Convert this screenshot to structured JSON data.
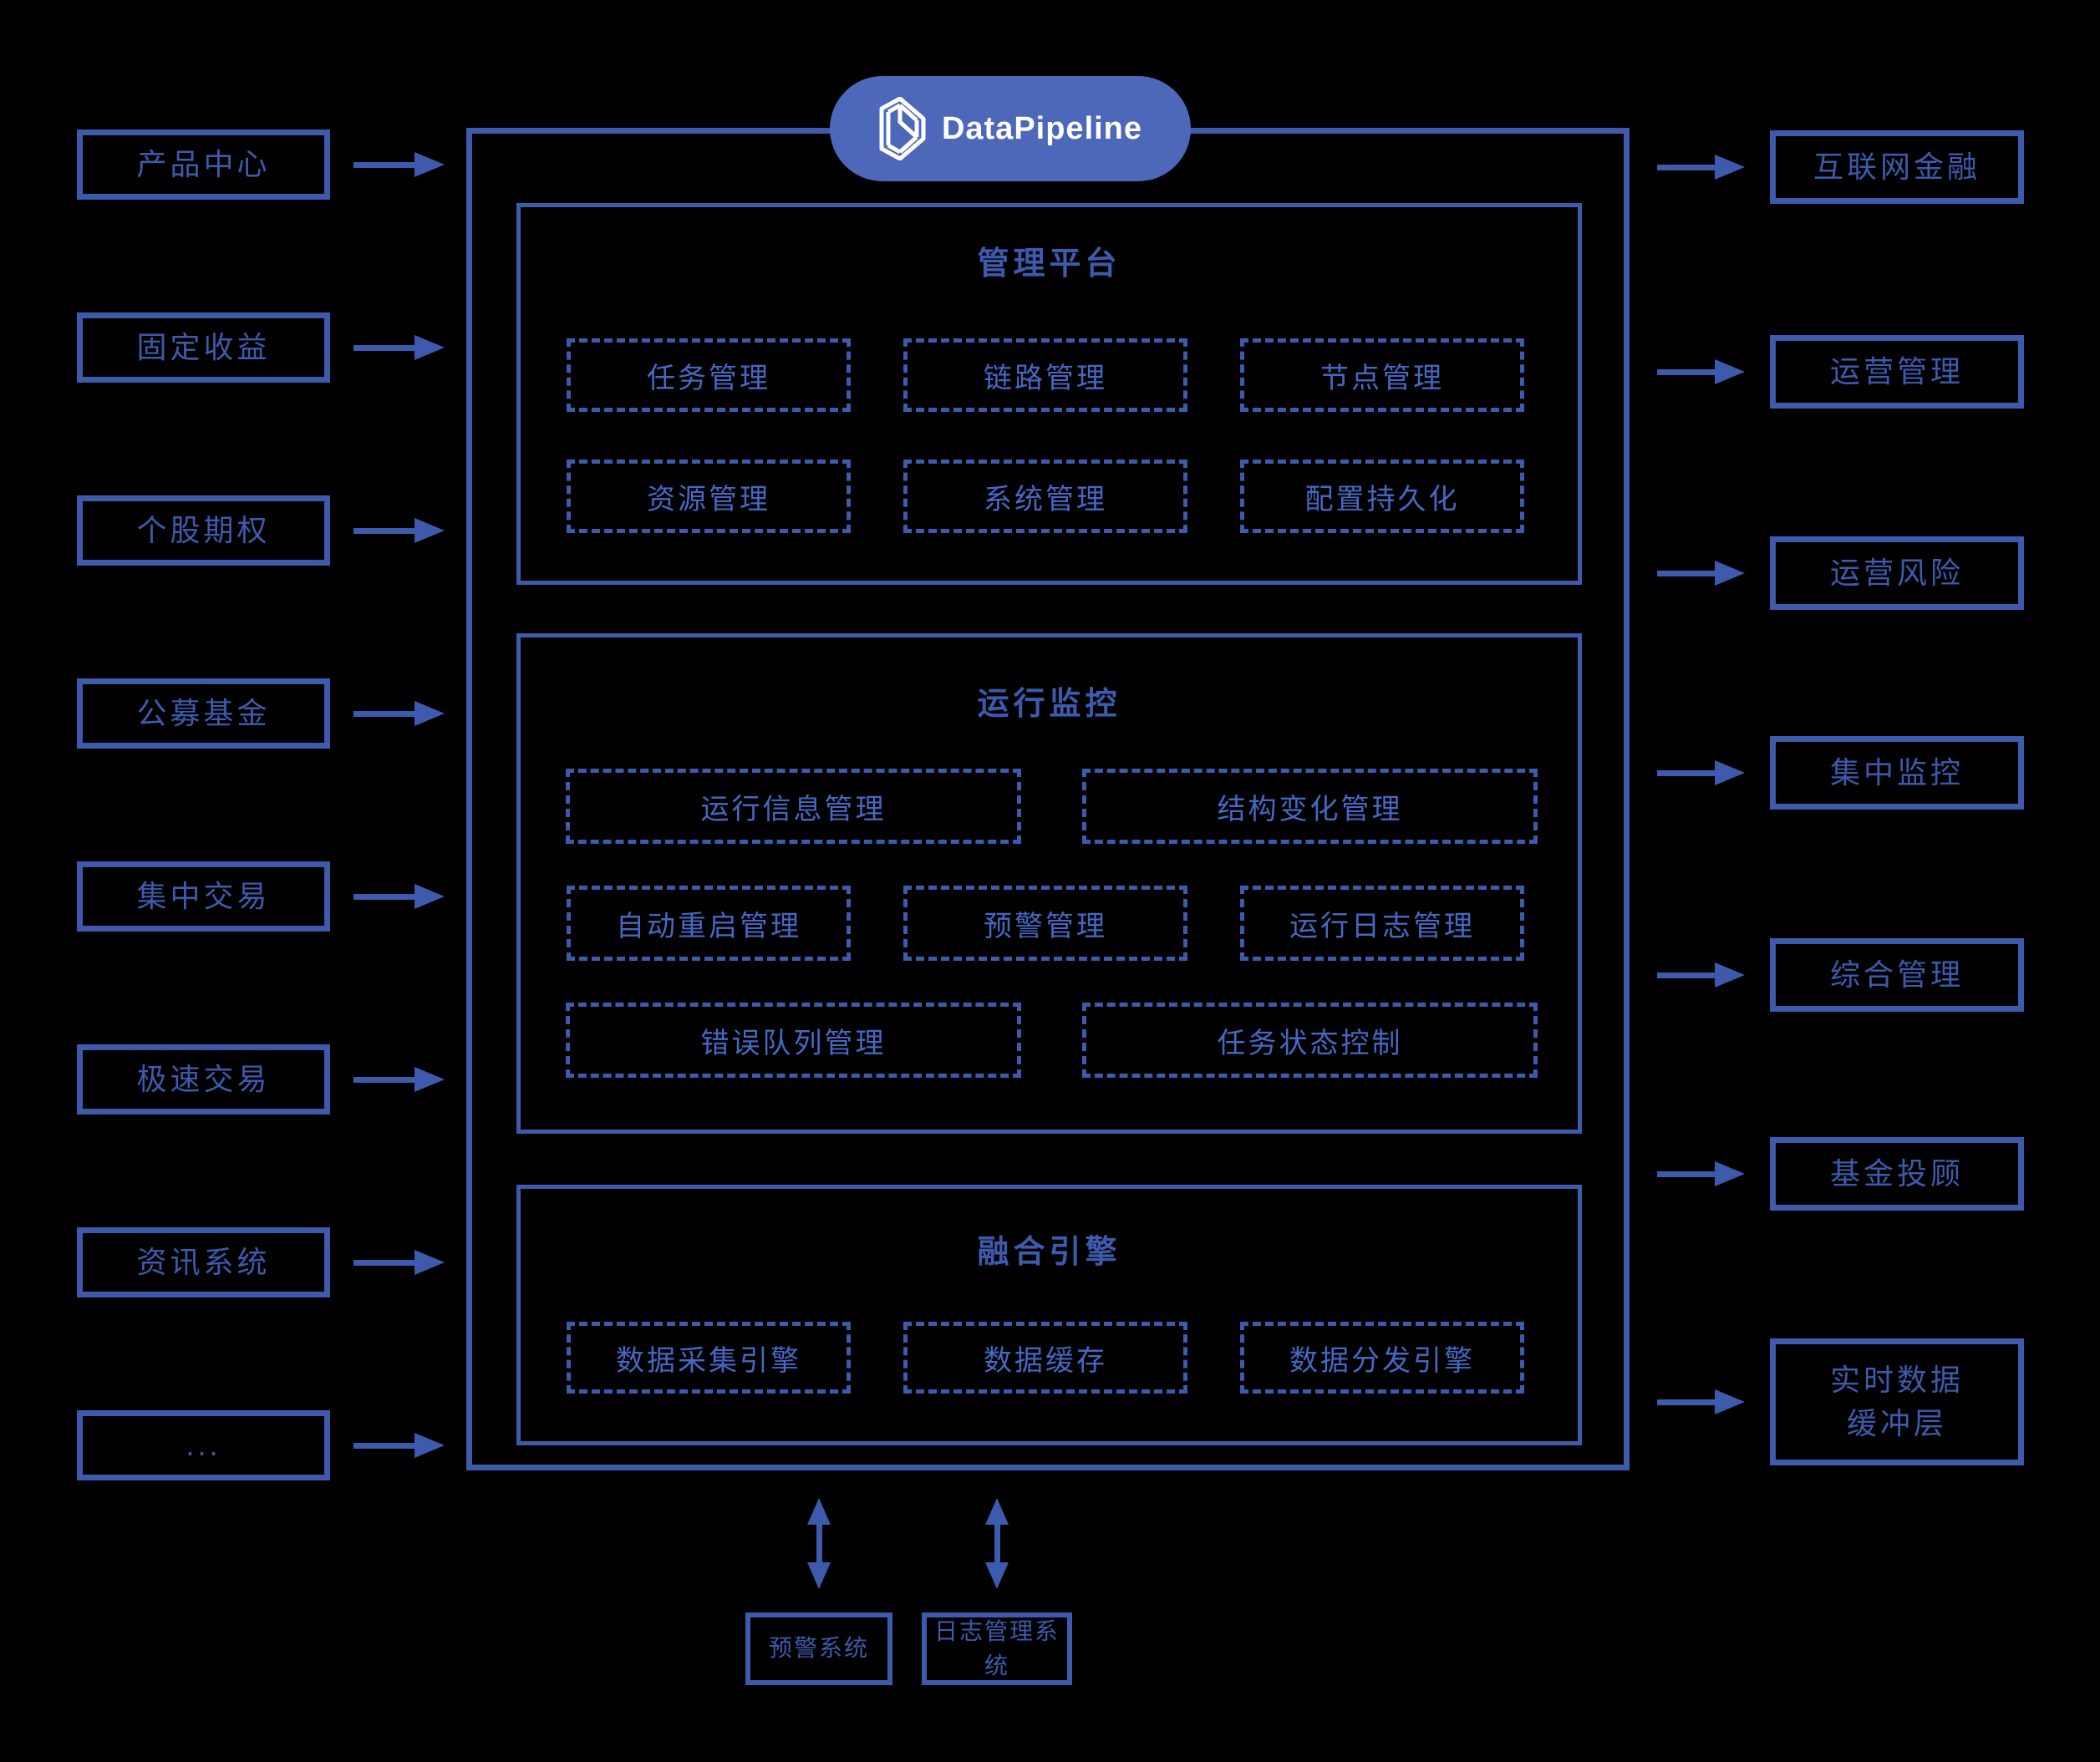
{
  "logo": {
    "text": "DataPipeline"
  },
  "left_sources": {
    "items": [
      "产品中心",
      "固定收益",
      "个股期权",
      "公募基金",
      "集中交易",
      "极速交易",
      "资讯系统",
      "..."
    ]
  },
  "right_targets": {
    "items": [
      "互联网金融",
      "运营管理",
      "运营风险",
      "集中监控",
      "综合管理",
      "基金投顾",
      "实时数据\n缓冲层"
    ]
  },
  "platform": {
    "management": {
      "title": "管理平台",
      "items": [
        "任务管理",
        "链路管理",
        "节点管理",
        "资源管理",
        "系统管理",
        "配置持久化"
      ]
    },
    "monitoring": {
      "title": "运行监控",
      "row1": [
        "运行信息管理",
        "结构变化管理"
      ],
      "row2": [
        "自动重启管理",
        "预警管理",
        "运行日志管理"
      ],
      "row3": [
        "错误队列管理",
        "任务状态控制"
      ]
    },
    "engine": {
      "title": "融合引擎",
      "items": [
        "数据采集引擎",
        "数据缓存",
        "数据分发引擎"
      ]
    }
  },
  "external_systems": {
    "items": [
      "预警系统",
      "日志管理系统"
    ]
  },
  "colors": {
    "background": "#000000",
    "accent": "#3D5AAC",
    "dashed_label": "#4668C4",
    "pill_background": "#4D68B8",
    "pill_text": "#FFFFFF"
  }
}
